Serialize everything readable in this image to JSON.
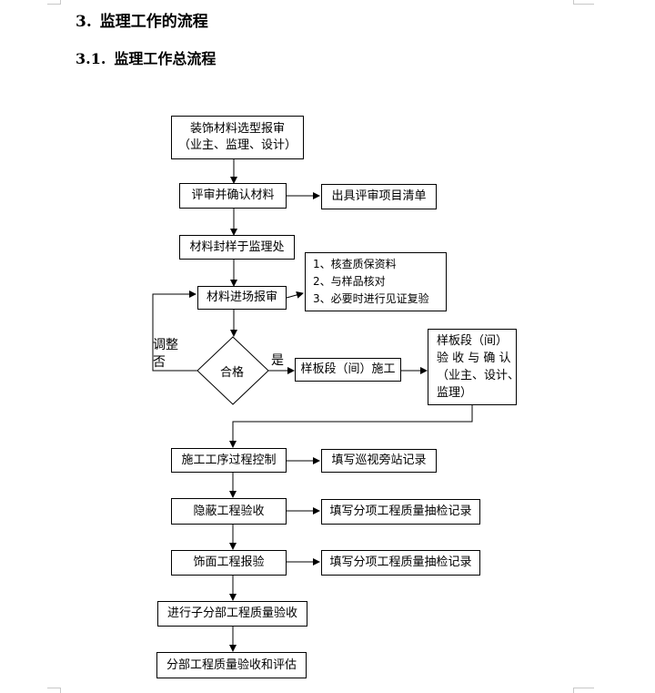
{
  "heading1": {
    "number": "3.",
    "text": "监理工作的流程"
  },
  "heading2": {
    "number": "3.1.",
    "text": "监理工作总流程"
  },
  "flow": {
    "step1": {
      "line1": "装饰材料选型报审",
      "line2": "（业主、监理、设计）"
    },
    "step2": "评审并确认材料",
    "step2_side": "出具评审项目清单",
    "step3": "材料封样于监理处",
    "check_list": [
      "1、核查质保资料",
      "2、与样品核对",
      "3、必要时进行见证复验"
    ],
    "step4": "材料进场报审",
    "decision": "合格",
    "yes_label": "是",
    "no_label": "否",
    "adjust_label": "调整",
    "sample_construction": "样板段（间）施工",
    "sample_accept": [
      "样板段（间）",
      "验 收 与 确 认",
      "（业主、设计、",
      "监理）"
    ],
    "step5": "施工工序过程控制",
    "step5_side": "填写巡视旁站记录",
    "step6": "隐蔽工程验收",
    "step6_side": "填写分项工程质量抽检记录",
    "step7": "饰面工程报验",
    "step7_side": "填写分项工程质量抽检记录",
    "step8": "进行子分部工程质量验收",
    "step9": "分部工程质量验收和评估"
  }
}
